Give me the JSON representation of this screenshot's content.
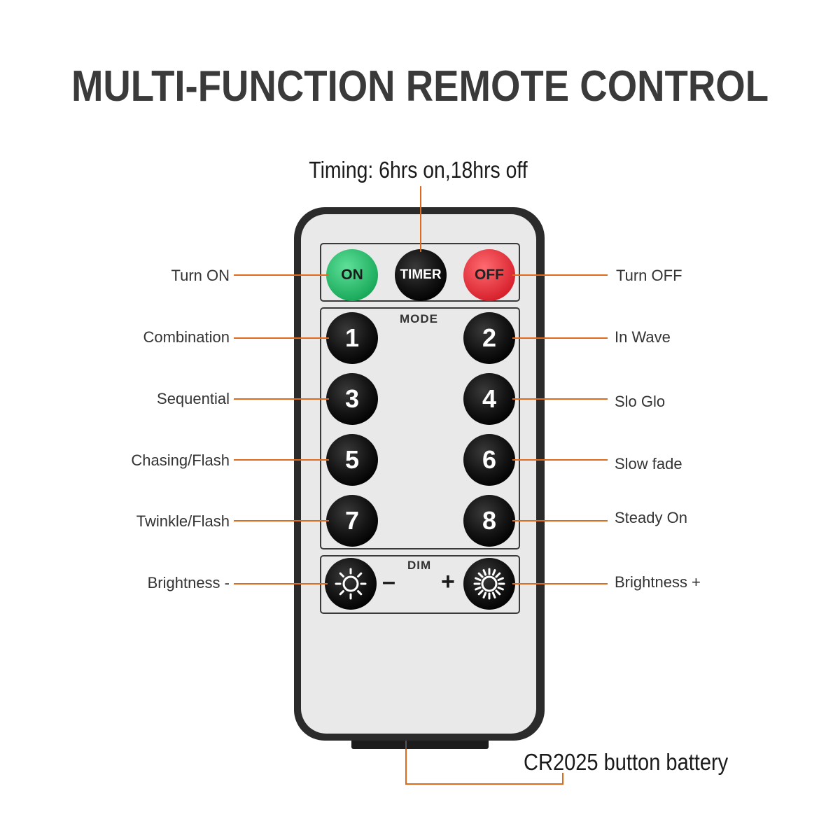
{
  "title": "MULTI-FUNCTION REMOTE CONTROL",
  "annotations": {
    "timing": "Timing: 6hrs on,18hrs off",
    "battery": "CR2025 button battery"
  },
  "remote": {
    "top_row": [
      {
        "label": "ON",
        "color": "#1fb865",
        "text_color": "#1a1a1a"
      },
      {
        "label": "TIMER",
        "color": "#111111",
        "text_color": "#ffffff"
      },
      {
        "label": "OFF",
        "color": "#e8323c",
        "text_color": "#222222"
      }
    ],
    "mode_label": "MODE",
    "mode_buttons": [
      "1",
      "2",
      "3",
      "4",
      "5",
      "6",
      "7",
      "8"
    ],
    "dim_label": "DIM",
    "minus": "–",
    "plus": "+"
  },
  "callouts_left": [
    "Turn ON",
    "Combination",
    "Sequential",
    "Chasing/Flash",
    "Twinkle/Flash",
    "Brightness -"
  ],
  "callouts_right": [
    "Turn OFF",
    "In Wave",
    "Slo Glo",
    "Slow fade",
    "Steady On",
    "Brightness +"
  ],
  "colors": {
    "callout_line": "#e06a1c",
    "remote_body": "#e8e8e8",
    "remote_border": "#333333",
    "button_dark": "#111111"
  },
  "icons": [
    "sun-icon",
    "sun-icon"
  ]
}
